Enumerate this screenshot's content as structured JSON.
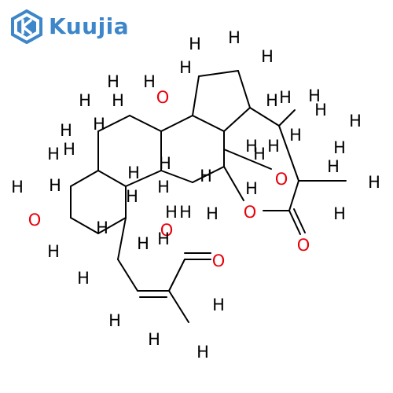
{
  "brand": {
    "name": "Kuujia",
    "color": "#3c86c9"
  },
  "colors": {
    "hydrogen": "#000000",
    "oxygen": "#e8000b",
    "bond": "#000000"
  },
  "atoms": [
    {
      "id": "h_top1",
      "el": "H",
      "text": "H"
    },
    {
      "id": "h_top2",
      "el": "H",
      "text": "H"
    },
    {
      "id": "h_top3",
      "el": "H",
      "text": "H"
    },
    {
      "id": "h_top4",
      "el": "H",
      "text": "H"
    },
    {
      "id": "h_r1",
      "el": "H",
      "text": "H"
    },
    {
      "id": "h_r2",
      "el": "H",
      "text": "H"
    },
    {
      "id": "h_r3",
      "el": "H",
      "text": "H"
    },
    {
      "id": "h_r4",
      "el": "H",
      "text": "H"
    },
    {
      "id": "h_r5",
      "el": "H",
      "text": "H"
    },
    {
      "id": "h_r6",
      "el": "H",
      "text": "H"
    },
    {
      "id": "h_r7",
      "el": "H",
      "text": "H"
    },
    {
      "id": "h_r8",
      "el": "H",
      "text": "H"
    },
    {
      "id": "h_r9",
      "el": "H",
      "text": "H"
    },
    {
      "id": "h_r10",
      "el": "H",
      "text": "H"
    },
    {
      "id": "h_r11",
      "el": "H",
      "text": "H"
    },
    {
      "id": "h_r12",
      "el": "H",
      "text": "H"
    },
    {
      "id": "h_r13",
      "el": "H",
      "text": "H"
    },
    {
      "id": "h_l1",
      "el": "H",
      "text": "H"
    },
    {
      "id": "h_l2",
      "el": "H",
      "text": "H"
    },
    {
      "id": "h_l3",
      "el": "H",
      "text": "H"
    },
    {
      "id": "h_l4",
      "el": "H",
      "text": "H"
    },
    {
      "id": "h_l5",
      "el": "H",
      "text": "H"
    },
    {
      "id": "h_l6",
      "el": "H",
      "text": "H"
    },
    {
      "id": "h_l7",
      "el": "H",
      "text": "H"
    },
    {
      "id": "h_l8",
      "el": "H",
      "text": "H"
    },
    {
      "id": "h_l9",
      "el": "H",
      "text": "H"
    },
    {
      "id": "h_l10",
      "el": "H",
      "text": "H"
    },
    {
      "id": "h_m1",
      "el": "H",
      "text": "H"
    },
    {
      "id": "h_m2",
      "el": "H",
      "text": "H"
    },
    {
      "id": "h_m3",
      "el": "H",
      "text": "H"
    },
    {
      "id": "h_m4",
      "el": "H",
      "text": "H"
    },
    {
      "id": "h_m5",
      "el": "H",
      "text": "H"
    },
    {
      "id": "h_m6",
      "el": "H",
      "text": "H"
    },
    {
      "id": "h_m7",
      "el": "H",
      "text": "H"
    },
    {
      "id": "h_m8",
      "el": "H",
      "text": "H"
    },
    {
      "id": "h_m9",
      "el": "H",
      "text": "H"
    },
    {
      "id": "h_m10",
      "el": "H",
      "text": "H"
    },
    {
      "id": "h_b1",
      "el": "H",
      "text": "H"
    },
    {
      "id": "h_b2",
      "el": "H",
      "text": "H"
    },
    {
      "id": "h_b3",
      "el": "H",
      "text": "H"
    },
    {
      "id": "h_b4",
      "el": "H",
      "text": "H"
    },
    {
      "id": "h_b5",
      "el": "H",
      "text": "H"
    },
    {
      "id": "o_top",
      "el": "O",
      "text": "O"
    },
    {
      "id": "o_left",
      "el": "O",
      "text": "O"
    },
    {
      "id": "o_mid",
      "el": "O",
      "text": "O"
    },
    {
      "id": "o_ring",
      "el": "O",
      "text": "O"
    },
    {
      "id": "o_right",
      "el": "O",
      "text": "O"
    },
    {
      "id": "o_carb1",
      "el": "O",
      "text": "O"
    },
    {
      "id": "o_carb2",
      "el": "O",
      "text": "O"
    }
  ]
}
